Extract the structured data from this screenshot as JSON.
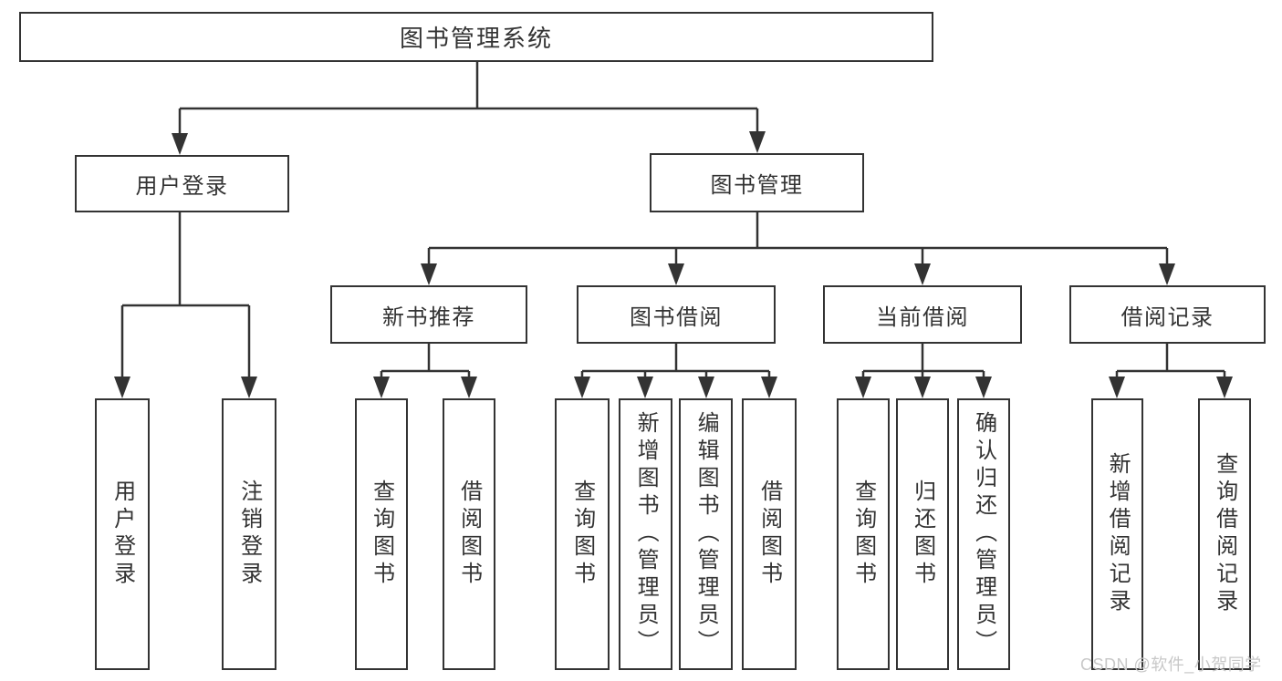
{
  "diagram": {
    "title": "图书管理系统",
    "nodes": {
      "user_login": "用户登录",
      "book_management": "图书管理",
      "new_book_recommend": "新书推荐",
      "book_borrow": "图书借阅",
      "current_borrow": "当前借阅",
      "borrow_records": "借阅记录"
    },
    "leaves": {
      "user_login": [
        "用户登录",
        "注销登录"
      ],
      "new_book_recommend": [
        "查询图书",
        "借阅图书"
      ],
      "book_borrow": [
        "查询图书",
        "新增图书（管理员）",
        "编辑图书（管理员）",
        "借阅图书"
      ],
      "current_borrow": [
        "查询图书",
        "归还图书",
        "确认归还（管理员）"
      ],
      "borrow_records": [
        "新增借阅记录",
        "查询借阅记录"
      ]
    },
    "watermark": "CSDN @软件_小贺同学",
    "colors": {
      "line": "#333333",
      "text": "#333333",
      "box_background": "#ffffff",
      "page_background": "#ffffff",
      "watermark": "#c8c8c8"
    }
  }
}
